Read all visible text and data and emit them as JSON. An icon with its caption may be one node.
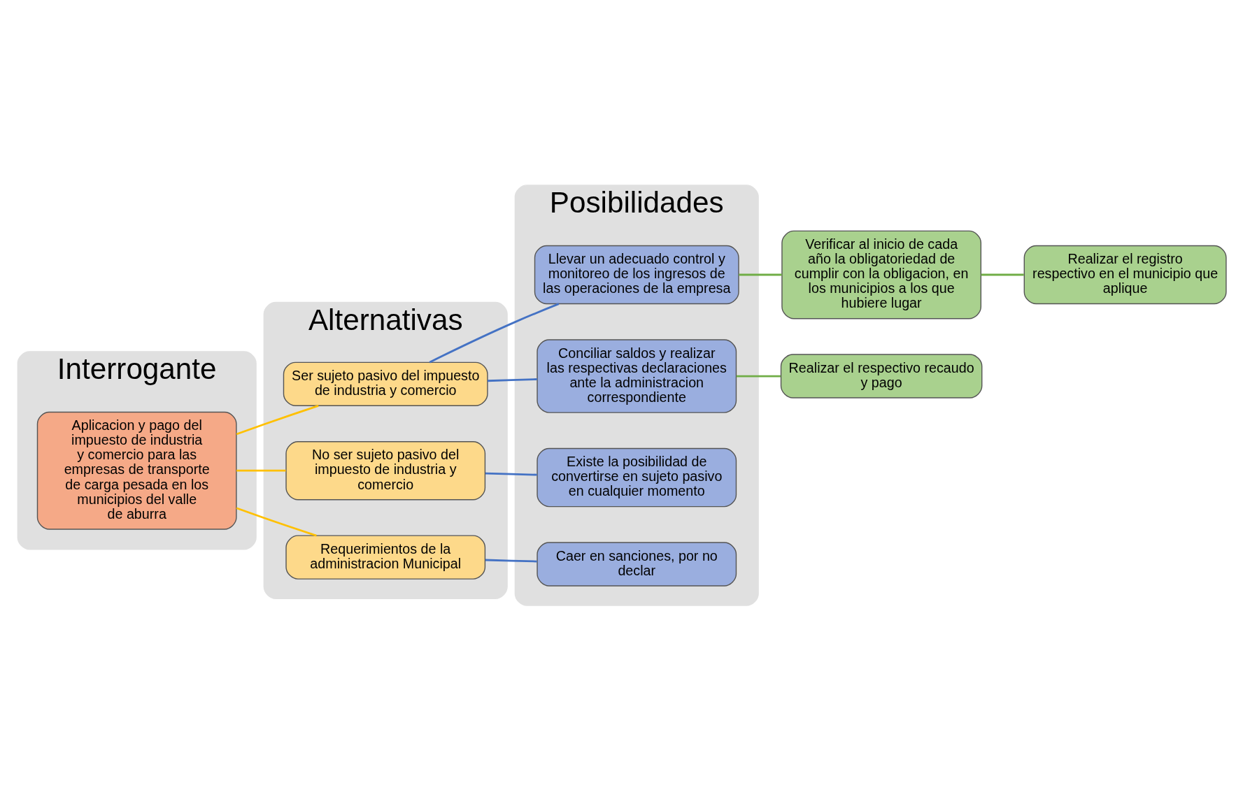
{
  "diagram": {
    "nodes": [
      {
        "text": [
          "Interrogante"
        ]
      },
      {
        "text": [
          "Alternativas"
        ]
      },
      {
        "text": [
          "Posibilidades"
        ]
      },
      {
        "text": [
          "Aplicacion y pago del impuesto de industria y comercio para las empresas de transporte de carga pesada en los municipios del valle de aburra"
        ],
        "in": 0
      },
      {
        "text": [
          "Ser sujeto pasivo del impuesto de industria y comercio"
        ],
        "in": 1
      },
      {
        "text": [
          "No ser sujeto pasivo del impuesto de industria y comercio"
        ],
        "in": 1
      },
      {
        "text": [
          "Requerimientos de la administracion Municipal"
        ],
        "in": 1
      },
      {
        "text": [
          "Llevar un adecuado control y monitoreo de los ingresos de las operaciones de la empresa"
        ],
        "in": 2
      },
      {
        "text": [
          "Conciliar saldos y realizar las respectivas declaraciones ante la administracion correspondiente"
        ],
        "in": 2
      },
      {
        "text": [
          "Existe la posibilidad de convertirse en sujeto pasivo en cualquier momento"
        ],
        "in": 2
      },
      {
        "text": [
          "Caer en sanciones, por no declar"
        ],
        "in": 2
      },
      {
        "text": [
          "Verificar al inicio de cada año la obligatoriedad de cumplir con la obligacion, en los municipios a los que hubiere lugar"
        ]
      },
      {
        "text": [
          "Realizar el registro respectivo en el municipio que aplique"
        ]
      },
      {
        "text": [
          "Realizar el respectivo recaudo y pago"
        ]
      }
    ],
    "edges": [
      {
        "from": 3,
        "to": 4,
        "arrow": "none",
        "color": "#ffc000"
      },
      {
        "from": 3,
        "to": 5,
        "arrow": "none",
        "color": "#ffc000"
      },
      {
        "from": 3,
        "to": 6,
        "arrow": "none",
        "color": "#ffc000"
      },
      {
        "from": 4,
        "to": 7,
        "arrow": "none"
      },
      {
        "from": 4,
        "to": 8,
        "arrow": "none"
      },
      {
        "from": 5,
        "to": 9,
        "arrow": "none"
      },
      {
        "from": 6,
        "to": 10,
        "arrow": "none"
      },
      {
        "from": 7,
        "to": 11,
        "arrow": "none",
        "color": "#70ad47"
      },
      {
        "from": 11,
        "to": 12,
        "arrow": "none",
        "color": "#70ad47"
      },
      {
        "from": 8,
        "to": 13,
        "arrow": "none",
        "color": "#70ad47"
      }
    ]
  }
}
